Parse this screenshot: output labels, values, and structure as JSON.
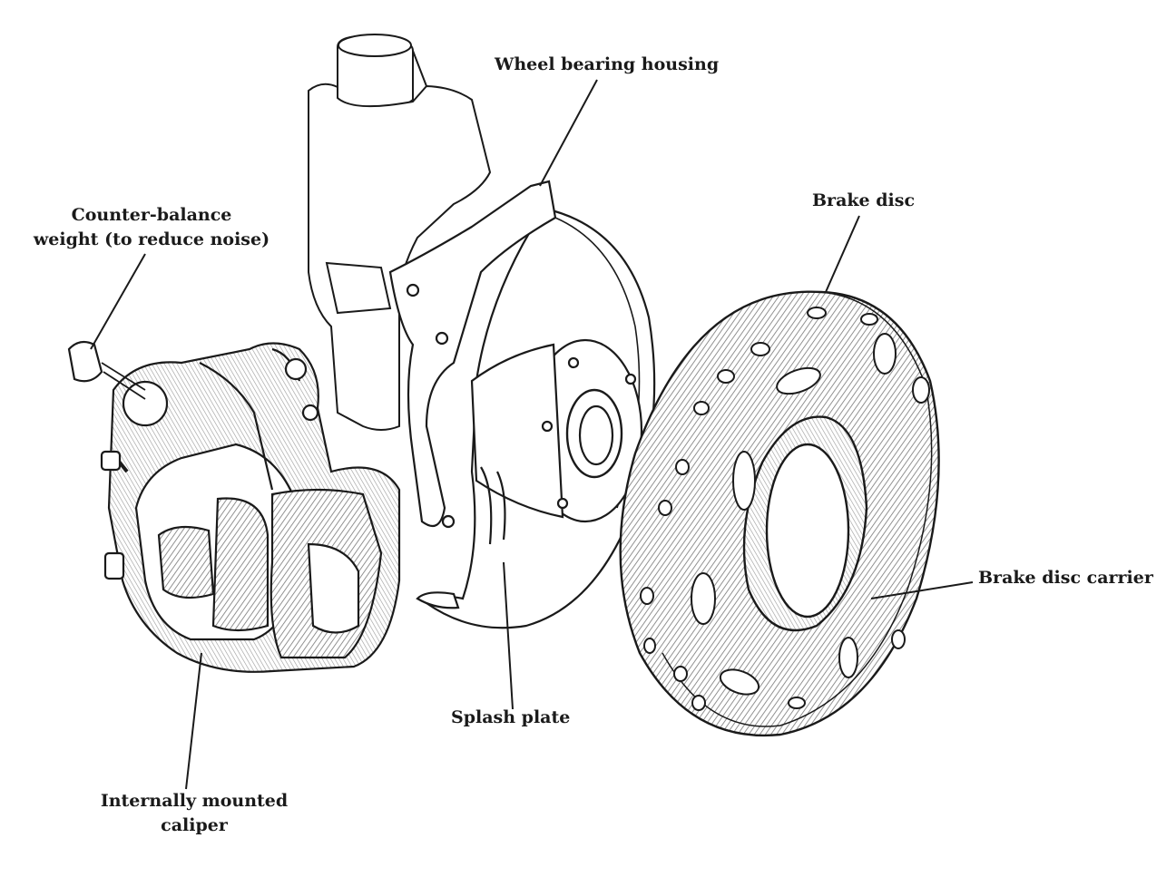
{
  "diagram": {
    "labels": {
      "wheel_bearing_housing": "Wheel bearing housing",
      "brake_disc": "Brake disc",
      "counter_balance": {
        "line1": "Counter-balance",
        "line2": "weight (to reduce noise)"
      },
      "brake_disc_carrier": "Brake disc carrier",
      "splash_plate": "Splash plate",
      "caliper": {
        "line1": "Internally mounted",
        "line2": "caliper"
      }
    },
    "colors": {
      "ink": "#1a1a1a",
      "shade": "#8a8a8a",
      "paper": "#ffffff"
    }
  }
}
